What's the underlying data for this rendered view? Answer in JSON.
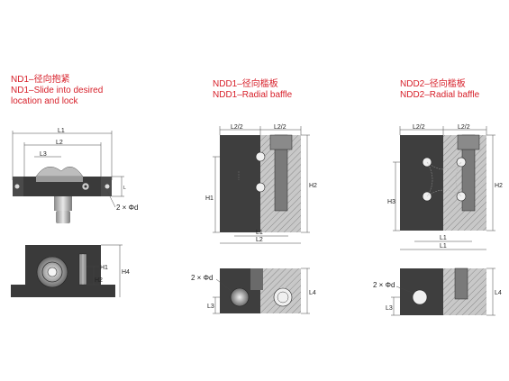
{
  "panels": [
    {
      "code_zh": "ND1–径向抱紧",
      "code_en": "ND1–Slide into desired",
      "code_en2": "location and lock",
      "labels": {
        "l1": "L1",
        "l2": "L2",
        "l3": "L3",
        "hole": "2 × Φd",
        "h1": "H1",
        "h2": "H2",
        "h4": "H4"
      }
    },
    {
      "code_zh": "NDD1–径向槛板",
      "code_en": "NDD1–Radial baffle",
      "labels": {
        "l2a": "L2/2",
        "l2b": "L2/2",
        "h1": "H1",
        "h2": "H2",
        "l1": "L1",
        "l2": "L2",
        "hole": "2 × Φd",
        "l4": "L4",
        "l3": "L3"
      }
    },
    {
      "code_zh": "NDD2–径向槛板",
      "code_en": "NDD2–Radial baffle",
      "labels": {
        "l2a": "L2/2",
        "l2b": "L2/2",
        "h3": "H3",
        "h2": "H2",
        "l1a": "L1",
        "l1b": "L1",
        "hole": "2 × Φd",
        "l4": "L4",
        "l3": "L3"
      }
    }
  ],
  "colors": {
    "caption": "#d7202a",
    "body_dark": "#3a3a3a",
    "body_mid": "#6a6a6a",
    "body_light": "#b5b5b5"
  }
}
